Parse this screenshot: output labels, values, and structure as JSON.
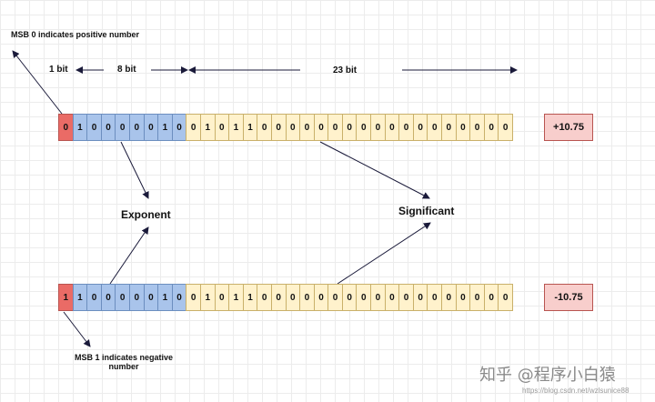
{
  "labels": {
    "msb0": "MSB 0 indicates positive number",
    "sign_bits": "1 bit",
    "exponent_bits": "8 bit",
    "mantissa_bits": "23 bit",
    "exponent": "Exponent",
    "significant": "Significant",
    "msb1_line1": "MSB 1 indicates negative",
    "msb1_line2": "number"
  },
  "rows": [
    {
      "name": "positive",
      "sign": "0",
      "exponent": [
        "1",
        "0",
        "0",
        "0",
        "0",
        "0",
        "1",
        "0"
      ],
      "mantissa": [
        "0",
        "1",
        "0",
        "1",
        "1",
        "0",
        "0",
        "0",
        "0",
        "0",
        "0",
        "0",
        "0",
        "0",
        "0",
        "0",
        "0",
        "0",
        "0",
        "0",
        "0",
        "0",
        "0"
      ],
      "value": "+10.75"
    },
    {
      "name": "negative",
      "sign": "1",
      "exponent": [
        "1",
        "0",
        "0",
        "0",
        "0",
        "0",
        "1",
        "0"
      ],
      "mantissa": [
        "0",
        "1",
        "0",
        "1",
        "1",
        "0",
        "0",
        "0",
        "0",
        "0",
        "0",
        "0",
        "0",
        "0",
        "0",
        "0",
        "0",
        "0",
        "0",
        "0",
        "0",
        "0",
        "0"
      ],
      "value": "-10.75"
    }
  ],
  "watermark": {
    "logo": "知乎 @程序小白猿",
    "url": "https://blog.csdn.net/wzlsunice88"
  },
  "colors": {
    "sign": "#ea6b66",
    "exponent": "#a9c4eb",
    "mantissa": "#fff2cc",
    "result": "#f8cecc",
    "arrow": "#1a1a3a"
  }
}
